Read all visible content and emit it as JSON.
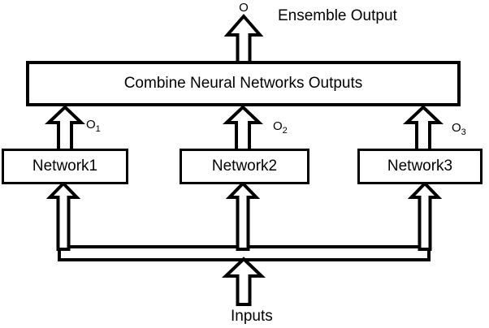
{
  "diagram": {
    "title_symbol": "O",
    "ensemble_output_label": "Ensemble Output",
    "combine_box_label": "Combine Neural Networks Outputs",
    "networks": [
      {
        "label": "Network1",
        "output": {
          "base": "O",
          "sub": "1"
        }
      },
      {
        "label": "Network2",
        "output": {
          "base": "O",
          "sub": "2"
        }
      },
      {
        "label": "Network3",
        "output": {
          "base": "O",
          "sub": "3"
        }
      }
    ],
    "inputs_label": "Inputs"
  },
  "colors": {
    "line": "#000000",
    "background": "#ffffff"
  }
}
